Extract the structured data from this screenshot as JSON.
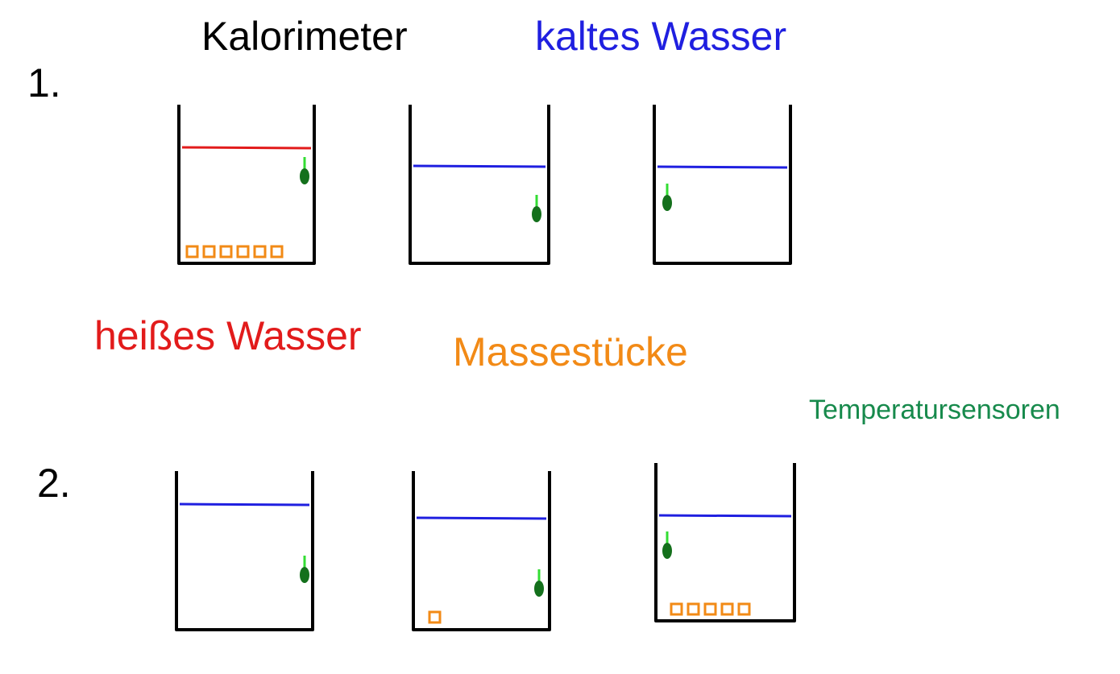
{
  "labels": {
    "calorimeter": "Kalorimeter",
    "cold_water": "kaltes Wasser",
    "hot_water": "heißes Wasser",
    "masses": "Massestücke",
    "sensors": "Temperatursensoren",
    "step1": "1.",
    "step2": "2."
  },
  "colors": {
    "calorimeter": "#000000",
    "cold_water": "#1f1fe0",
    "hot_water": "#e21b1b",
    "masses": "#f28a16",
    "sensors": "#178a4c",
    "sensor_bulb": "#14701c",
    "sensor_stem": "#33dd33",
    "outline": "#000000"
  },
  "steps": [
    {
      "step": "1.",
      "containers": [
        {
          "name": "calorimeter",
          "water": "hot",
          "mass_count": 6,
          "sensor": "right"
        },
        {
          "name": "cold-water-beaker-a",
          "water": "cold",
          "mass_count": 0,
          "sensor": "right"
        },
        {
          "name": "cold-water-beaker-b",
          "water": "cold",
          "mass_count": 0,
          "sensor": "left"
        }
      ]
    },
    {
      "step": "2.",
      "containers": [
        {
          "name": "beaker-1",
          "water": "cold",
          "mass_count": 0,
          "sensor": "right"
        },
        {
          "name": "beaker-2",
          "water": "cold",
          "mass_count": 1,
          "sensor": "right"
        },
        {
          "name": "beaker-3",
          "water": "cold",
          "mass_count": 5,
          "sensor": "left"
        }
      ]
    }
  ]
}
